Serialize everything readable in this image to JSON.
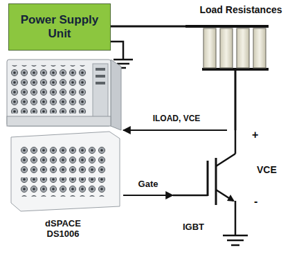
{
  "diagram": {
    "nodes": [
      {
        "text": [
          "Power Supply Unit"
        ]
      },
      {
        "text": [
          "Load Resistances"
        ]
      },
      {
        "text": [
          "dSPACE DS1006"
        ]
      },
      {
        "text": [
          "IGBT"
        ]
      }
    ],
    "edges": [
      {
        "from": 0,
        "to": 1,
        "arrow": "none"
      },
      {
        "from": 1,
        "to": 3,
        "arrow": "none"
      },
      {
        "from": 3,
        "to": 2,
        "label": "ILOAD, VCE",
        "arrow": "to"
      },
      {
        "from": 2,
        "to": 3,
        "label": "Gate",
        "arrow": "to"
      }
    ],
    "labels": [
      "+",
      "VCE",
      "-"
    ]
  }
}
